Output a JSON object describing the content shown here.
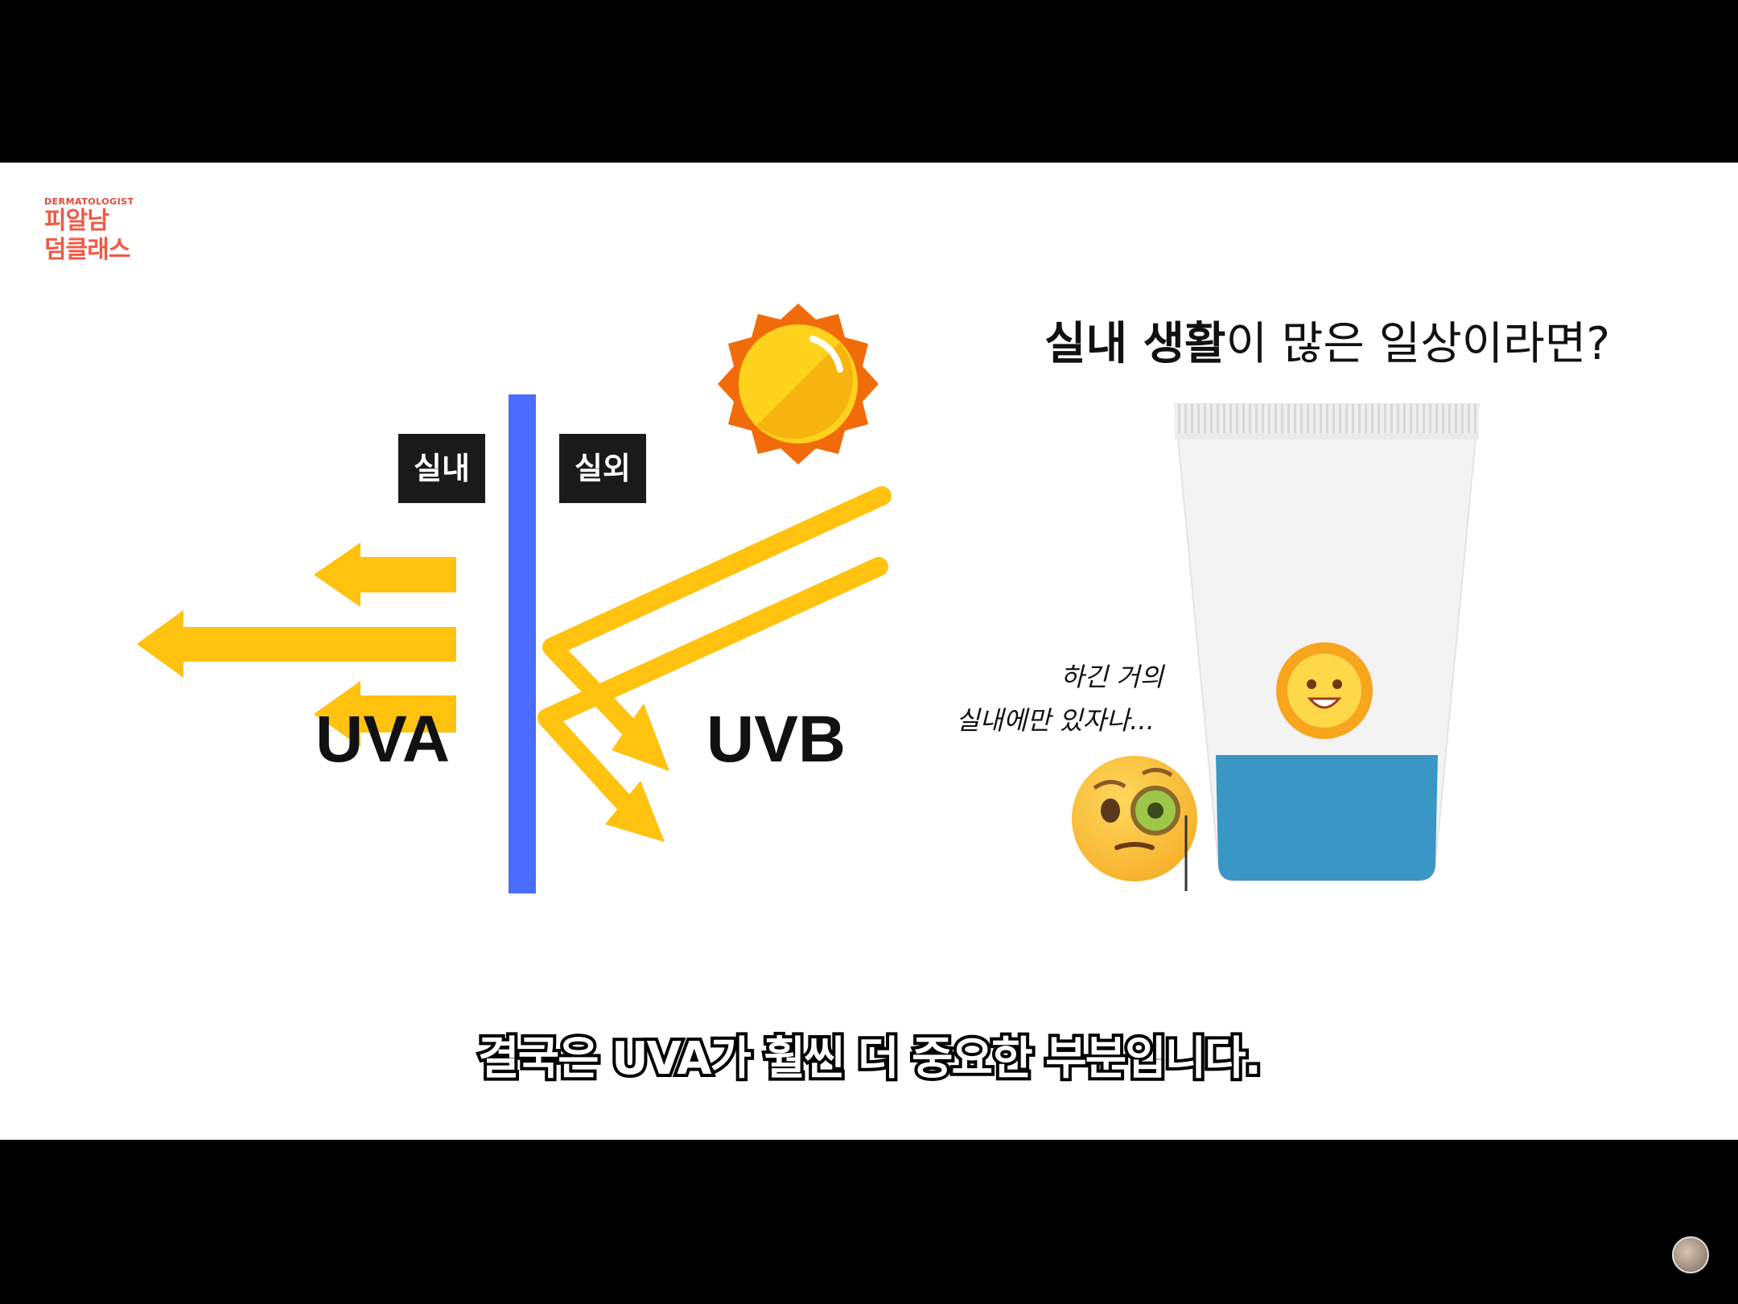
{
  "logo": {
    "small": "DERMATOLOGIST",
    "line1": "피알남",
    "line2": "덤클래스"
  },
  "labels": {
    "indoor": "실내",
    "outdoor": "실외",
    "uva": "UVA",
    "uvb": "UVB"
  },
  "question": {
    "bold": "실내 생활",
    "rest": "이 많은 일상이라면?"
  },
  "thought": {
    "line1": "하긴 거의",
    "line2": "실내에만 있자나..."
  },
  "subtitle": "결국은 UVA가 훨씬 더 중요한 부분입니다.",
  "colors": {
    "arrow": "#ffc20e",
    "wall": "#4a6cff",
    "sun_rays": "#f26b0a",
    "sun_core": "#ffd21e",
    "tube_cap": "#3a96c4"
  }
}
